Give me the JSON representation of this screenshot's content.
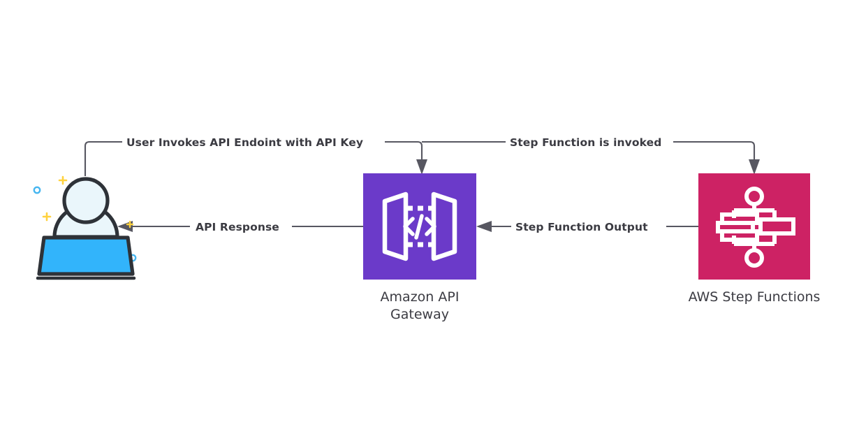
{
  "diagram": {
    "title": "Amazon API Gateway to AWS Step Functions flow",
    "background_color": "#ffffff",
    "line_color": "#575761",
    "text_color": "#3b3b42"
  },
  "nodes": {
    "user": {
      "name": "user-actor",
      "caption": "",
      "head_fill": "#eaf6fb",
      "body_fill": "#eaf6fb",
      "laptop_fill": "#32b4fb",
      "outline": "#2e3238",
      "sparkle_color": "#ffd23f",
      "bubble_color": "#47b6f0"
    },
    "api_gateway": {
      "name": "amazon-api-gateway",
      "caption_line1": "Amazon API",
      "caption_line2": "Gateway",
      "color": "#6b3ac9",
      "icon": "api-gateway-icon",
      "icon_color": "#ffffff"
    },
    "step_functions": {
      "name": "aws-step-functions",
      "caption_line1": "AWS Step Functions",
      "caption_line2": "",
      "color": "#cd2264",
      "icon": "step-functions-icon",
      "icon_color": "#ffffff"
    }
  },
  "edges": [
    {
      "id": "user-to-apigw",
      "label": "User Invokes API Endoint with API Key",
      "from": "user",
      "to": "api_gateway",
      "direction": "right"
    },
    {
      "id": "apigw-to-stepfn",
      "label": "Step Function is invoked",
      "from": "api_gateway",
      "to": "step_functions",
      "direction": "right"
    },
    {
      "id": "stepfn-to-apigw",
      "label": "Step Function Output",
      "from": "step_functions",
      "to": "api_gateway",
      "direction": "left"
    },
    {
      "id": "apigw-to-user",
      "label": "API Response",
      "from": "api_gateway",
      "to": "user",
      "direction": "left"
    }
  ]
}
